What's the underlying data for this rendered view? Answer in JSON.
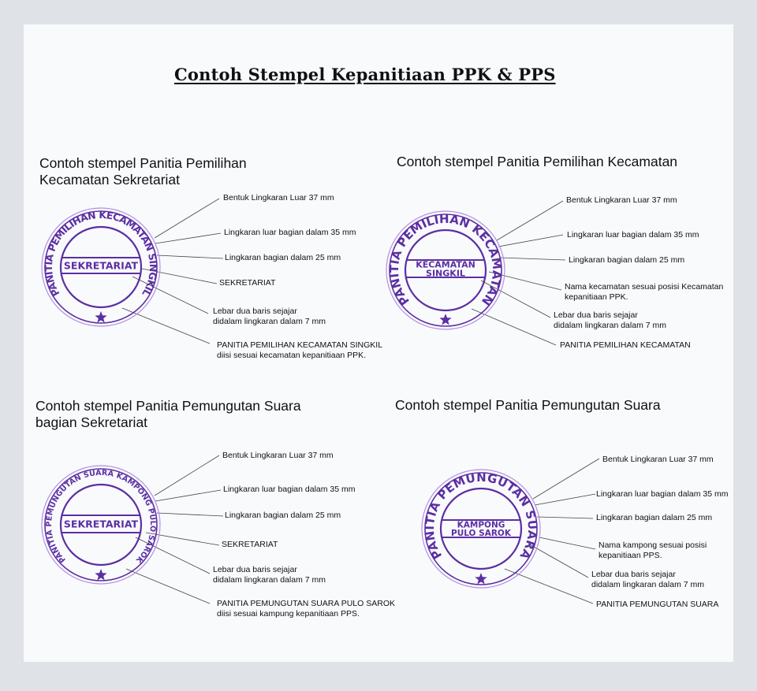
{
  "title": "Contoh Stempel Kepanitiaan PPK & PPS",
  "colors": {
    "stamp": "#5b2fa3",
    "outer_ring": "#b48fe0",
    "leader": "#444444",
    "sheet": "#f9fafc",
    "background": "#dfe2e6"
  },
  "panels": [
    {
      "heading": [
        "Contoh stempel Panitia Pemilihan",
        "Kecamatan Sekretariat"
      ],
      "stamp": {
        "arc_text": "PANITIA PEMILIHAN KECAMATAN SINGKIL",
        "band_lines": [
          "SEKRETARIAT"
        ],
        "symbol": "star-icon"
      },
      "notes": [
        [
          "Bentuk Lingkaran Luar 37 mm"
        ],
        [
          "Lingkaran luar bagian dalam 35 mm"
        ],
        [
          "Lingkaran bagian dalam 25 mm"
        ],
        [
          "SEKRETARIAT"
        ],
        [
          "Lebar dua baris sejajar",
          "didalam lingkaran dalam 7 mm"
        ],
        [
          "PANITIA PEMILIHAN KECAMATAN SINGKIL",
          "diisi sesuai kecamatan kepanitiaan PPK."
        ]
      ]
    },
    {
      "heading": [
        "Contoh stempel Panitia Pemilihan Kecamatan"
      ],
      "stamp": {
        "arc_text": "PANITIA PEMILIHAN KECAMATAN",
        "band_lines": [
          "KECAMATAN",
          "SINGKIL"
        ],
        "symbol": "star-icon"
      },
      "notes": [
        [
          "Bentuk Lingkaran Luar 37 mm"
        ],
        [
          "Lingkaran luar bagian dalam 35 mm"
        ],
        [
          "Lingkaran bagian dalam 25 mm"
        ],
        [
          "Nama kecamatan sesuai posisi Kecamatan",
          "kepanitiaan PPK."
        ],
        [
          "Lebar dua baris sejajar",
          "didalam lingkaran dalam 7 mm"
        ],
        [
          "PANITIA PEMILIHAN KECAMATAN"
        ]
      ]
    },
    {
      "heading": [
        "Contoh stempel Panitia Pemungutan Suara",
        "bagian Sekretariat"
      ],
      "stamp": {
        "arc_text": "PANITIA PEMUNGUTAN SUARA KAMPONG PULO SAROK",
        "band_lines": [
          "SEKRETARIAT"
        ],
        "symbol": "star-icon"
      },
      "notes": [
        [
          "Bentuk Lingkaran Luar 37 mm"
        ],
        [
          "Lingkaran luar bagian dalam 35 mm"
        ],
        [
          "Lingkaran bagian dalam 25 mm"
        ],
        [
          "SEKRETARIAT"
        ],
        [
          "Lebar dua baris sejajar",
          "didalam lingkaran dalam 7 mm"
        ],
        [
          "PANITIA PEMUNGUTAN SUARA PULO SAROK",
          "diisi sesuai kampung  kepanitiaan PPS."
        ]
      ]
    },
    {
      "heading": [
        "Contoh stempel Panitia Pemungutan Suara"
      ],
      "stamp": {
        "arc_text": "PANITIA PEMUNGUTAN SUARA",
        "band_lines": [
          "KAMPONG",
          "PULO SAROK"
        ],
        "symbol": "star-icon"
      },
      "notes": [
        [
          "Bentuk Lingkaran Luar 37 mm"
        ],
        [
          "Lingkaran luar bagian dalam 35 mm"
        ],
        [
          "Lingkaran bagian dalam 25 mm"
        ],
        [
          "Nama kampong sesuai posisi",
          "kepanitiaan PPS."
        ],
        [
          "Lebar dua baris sejajar",
          "didalam lingkaran dalam 7 mm"
        ],
        [
          "PANITIA PEMUNGUTAN SUARA"
        ]
      ]
    }
  ]
}
